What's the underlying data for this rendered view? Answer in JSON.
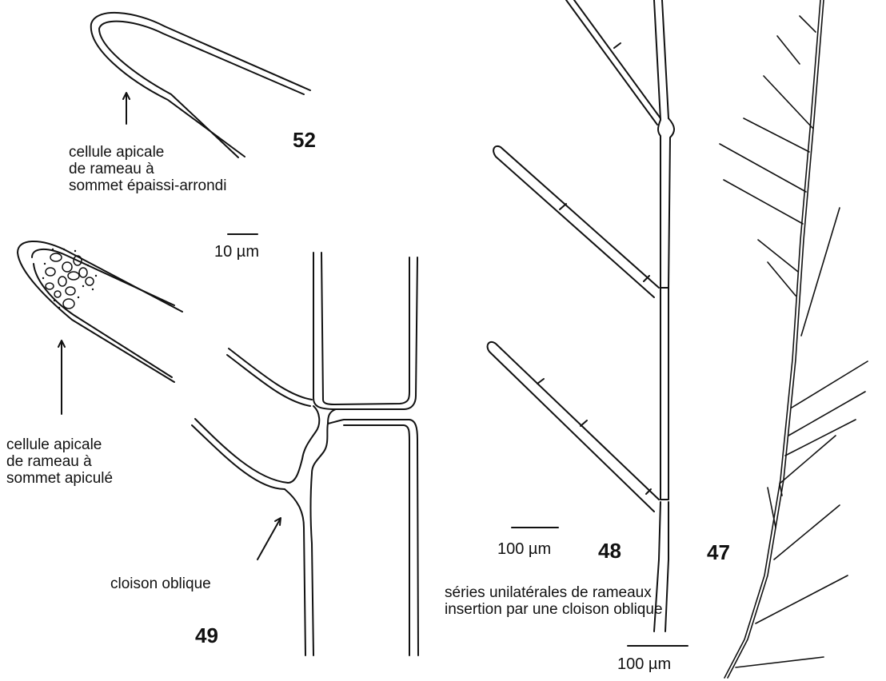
{
  "figures": {
    "fig52": {
      "number": "52",
      "label_lines": [
        "cellule apicale",
        "de rameau à",
        "sommet épaissi-arrondi"
      ],
      "scale": "10 µm"
    },
    "fig_apiculate": {
      "label_lines": [
        "cellule apicale",
        "de rameau à",
        "sommet apiculé"
      ]
    },
    "fig49": {
      "number": "49",
      "label": "cloison oblique"
    },
    "fig48": {
      "number": "48",
      "scale": "100 µm"
    },
    "fig47": {
      "number": "47",
      "caption_lines": [
        "séries unilatérales de rameaux",
        "insertion par une cloison oblique"
      ],
      "scale": "100 µm"
    }
  }
}
